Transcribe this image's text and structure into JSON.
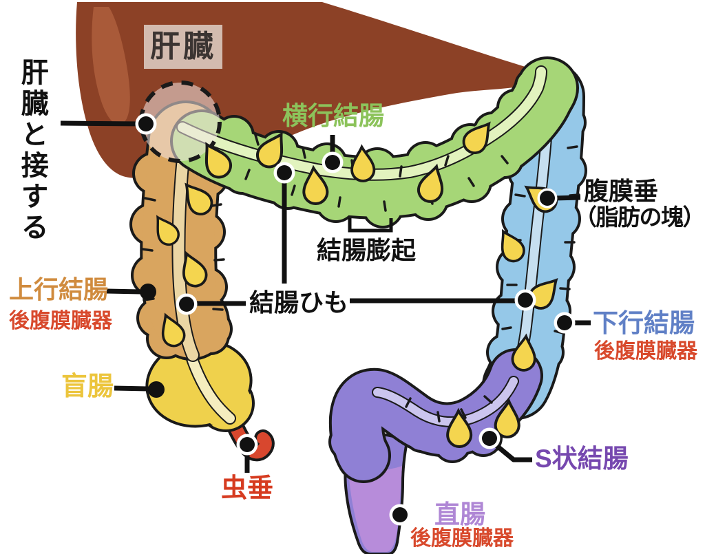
{
  "diagram": {
    "liver_box": "肝臓",
    "annotations": {
      "liver_contact": "肝臓と接する",
      "transverse_colon": "横行結腸",
      "epiploic_appendage": "腹膜垂",
      "epiploic_appendage_sub": "（脂肪の塊）",
      "haustra": "結腸膨起",
      "taeniae_coli": "結腸ひも",
      "ascending_colon": "上行結腸",
      "retroperitoneal_left": "後腹膜臓器",
      "cecum": "盲腸",
      "appendix": "虫垂",
      "descending_colon": "下行結腸",
      "retroperitoneal_right": "後腹膜臓器",
      "sigmoid_colon": "S状結腸",
      "rectum": "直腸",
      "retroperitoneal_bottom": "後腹膜臓器"
    }
  },
  "colors": {
    "outline": "#1A1A1A",
    "pointer": "#111111",
    "liver": "#8C4126",
    "liver_highlight": "#A95A39",
    "liver_box_bg": "#D3BBAF",
    "liver_box_text": "#3B3432",
    "ascending": "#D9A55F",
    "ascending_stripe": "#EBD6A4",
    "cecum": "#EFD14C",
    "cecum_stripe": "#F5EDBE",
    "appendix": "#D8472E",
    "transverse": "#A6D677",
    "transverse_stripe": "#E2F3BE",
    "descending": "#95C8E8",
    "descending_stripe": "#C6DFF0",
    "sigmoid": "#8F80D5",
    "sigmoid_stripe": "#CBC5EE",
    "rectum": "#B78CDA",
    "teardrop": "#F4D54F",
    "flexure_overlay": "rgba(243,230,228,0.55)",
    "label_transverse": "#8CC35B",
    "label_ascending": "#D08B3E",
    "label_cecum": "#ECC53D",
    "label_appendix": "#D63B20",
    "label_descending": "#6080C6",
    "label_sigmoid": "#7648AF",
    "label_rectum": "#AF87D5",
    "label_retro": "#D8492C",
    "label_black": "#111111"
  }
}
